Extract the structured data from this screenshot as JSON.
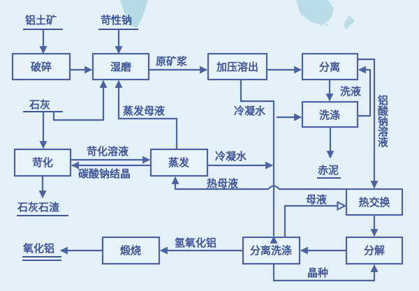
{
  "title": "拜耳法生产氧化铝工艺流程",
  "colors": {
    "line": "#4a62a0",
    "text": "#3f5596",
    "background": "#e5f1f8",
    "map": "#9fd0dc"
  },
  "inputs": {
    "bauxite": "铝土矿",
    "caustic_soda": "苛性钠",
    "lime": "石灰"
  },
  "boxes": {
    "crushing": "破碎",
    "wet_grinding": "湿磨",
    "pressure_digestion": "加压溶出",
    "separation": "分离",
    "washing": "洗涤",
    "causticization": "苛化",
    "evaporation": "蒸发",
    "heat_exchange": "热交换",
    "decomposition": "分解",
    "separation_washing": "分离洗涤",
    "calcination": "煅烧"
  },
  "flows": {
    "raw_slurry": "原矿浆",
    "evaporated_mother_liquor": "蒸发母液",
    "condensate_1": "冷凝水",
    "wash_liquor": "洗液",
    "sodium_aluminate_solution": "铝酸钠溶液",
    "causticized_solution": "苛化溶液",
    "sodium_carbonate_crystal": "碳酸钠结晶",
    "condensate_2": "冷凝水",
    "hot_mother_liquor": "热母液",
    "mother_liquor": "母液",
    "aluminum_hydroxide": "氢氧化铝",
    "seed_crystal": "晶种"
  },
  "outputs": {
    "red_mud": "赤泥",
    "lime_slag": "石灰石渣",
    "alumina": "氧化铝"
  }
}
